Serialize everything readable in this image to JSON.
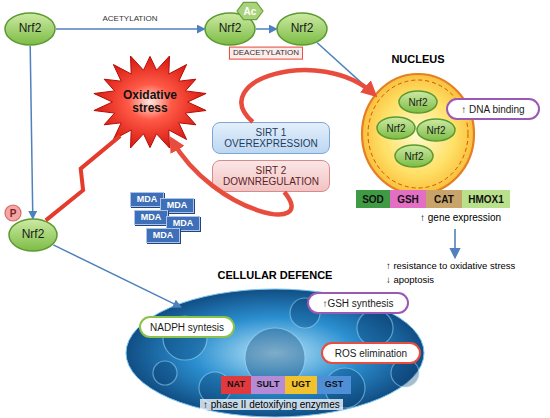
{
  "diagram": {
    "nodes": [
      {
        "text": [
          "Nrf2"
        ]
      },
      {
        "text": [
          "Nrf2"
        ]
      },
      {
        "text": [
          "Ac"
        ]
      },
      {
        "text": [
          "Nrf2"
        ]
      },
      {
        "text": [
          "NUCLEUS"
        ]
      },
      {
        "text": [
          "Nrf2"
        ],
        "in": 4
      },
      {
        "text": [
          "Nrf2"
        ],
        "in": 4
      },
      {
        "text": [
          "Nrf2"
        ],
        "in": 4
      },
      {
        "text": [
          "Nrf2"
        ],
        "in": 4
      },
      {
        "text": [
          "↑ DNA binding"
        ]
      },
      {
        "text": [
          "SOD"
        ]
      },
      {
        "text": [
          "GSH"
        ]
      },
      {
        "text": [
          "CAT"
        ]
      },
      {
        "text": [
          "HMOX1"
        ]
      },
      {
        "text": [
          "Oxidative stress"
        ]
      },
      {
        "text": [
          "SIRT 1 OVEREXPRESSION"
        ]
      },
      {
        "text": [
          "SIRT 2 DOWNREGULATION"
        ]
      },
      {
        "text": [
          "MDA"
        ]
      },
      {
        "text": [
          "MDA"
        ]
      },
      {
        "text": [
          "MDA"
        ]
      },
      {
        "text": [
          "MDA"
        ]
      },
      {
        "text": [
          "MDA"
        ]
      },
      {
        "text": [
          "Nrf2"
        ]
      },
      {
        "text": [
          "P"
        ]
      },
      {
        "text": [
          "CELLULAR DEFENCE"
        ]
      },
      {
        "text": [
          "NADPH syntesis"
        ],
        "in": 24
      },
      {
        "text": [
          "↑GSH synthesis"
        ],
        "in": 24
      },
      {
        "text": [
          "ROS elimination"
        ],
        "in": 24
      },
      {
        "text": [
          "NAT"
        ],
        "in": 24
      },
      {
        "text": [
          "SULT"
        ],
        "in": 24
      },
      {
        "text": [
          "UGT"
        ],
        "in": 24
      },
      {
        "text": [
          "GST"
        ],
        "in": 24
      }
    ],
    "edges": [
      {
        "from": 0,
        "to": 1,
        "arrow": "to",
        "label": "ACETYLATION"
      },
      {
        "from": 1,
        "to": 3,
        "arrow": "to",
        "label": "DEACETYLATION"
      },
      {
        "from": 3,
        "to": 4,
        "arrow": "to"
      },
      {
        "from": 0,
        "to": 22,
        "arrow": "to"
      },
      {
        "from": 22,
        "to": 24,
        "arrow": "to"
      },
      {
        "from": 14,
        "to": 22,
        "arrow": "none"
      },
      {
        "from": 15,
        "to": 4,
        "arrow": "to"
      },
      {
        "from": 16,
        "to": 14,
        "arrow": "to"
      }
    ],
    "labels": [
      "↑ gene expression",
      "↑ resistance to oxidative stress",
      "↓ apoptosis",
      "↑ phase II detoxifying enzymes"
    ]
  }
}
